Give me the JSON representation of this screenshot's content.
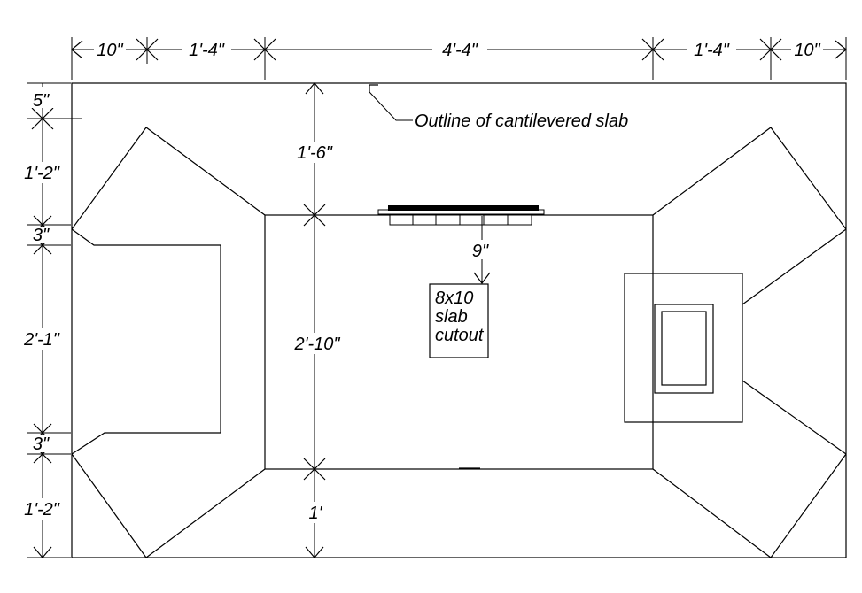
{
  "top_dimensions": [
    "10\"",
    "1'-4\"",
    "4'-4\"",
    "1'-4\"",
    "10\""
  ],
  "left_dimensions": [
    "5\"",
    "1'-2\"",
    "3\"",
    "2'-1\"",
    "3\"",
    "1'-2\""
  ],
  "center_dimensions": [
    "1'-6\"",
    "2'-10\"",
    "1'"
  ],
  "callout_9": "9\"",
  "cutout_label": [
    "8x10",
    "slab",
    "cutout"
  ],
  "note_outline": "Outline of cantilevered slab",
  "colors": {
    "line": "#000000",
    "background": "#ffffff"
  }
}
